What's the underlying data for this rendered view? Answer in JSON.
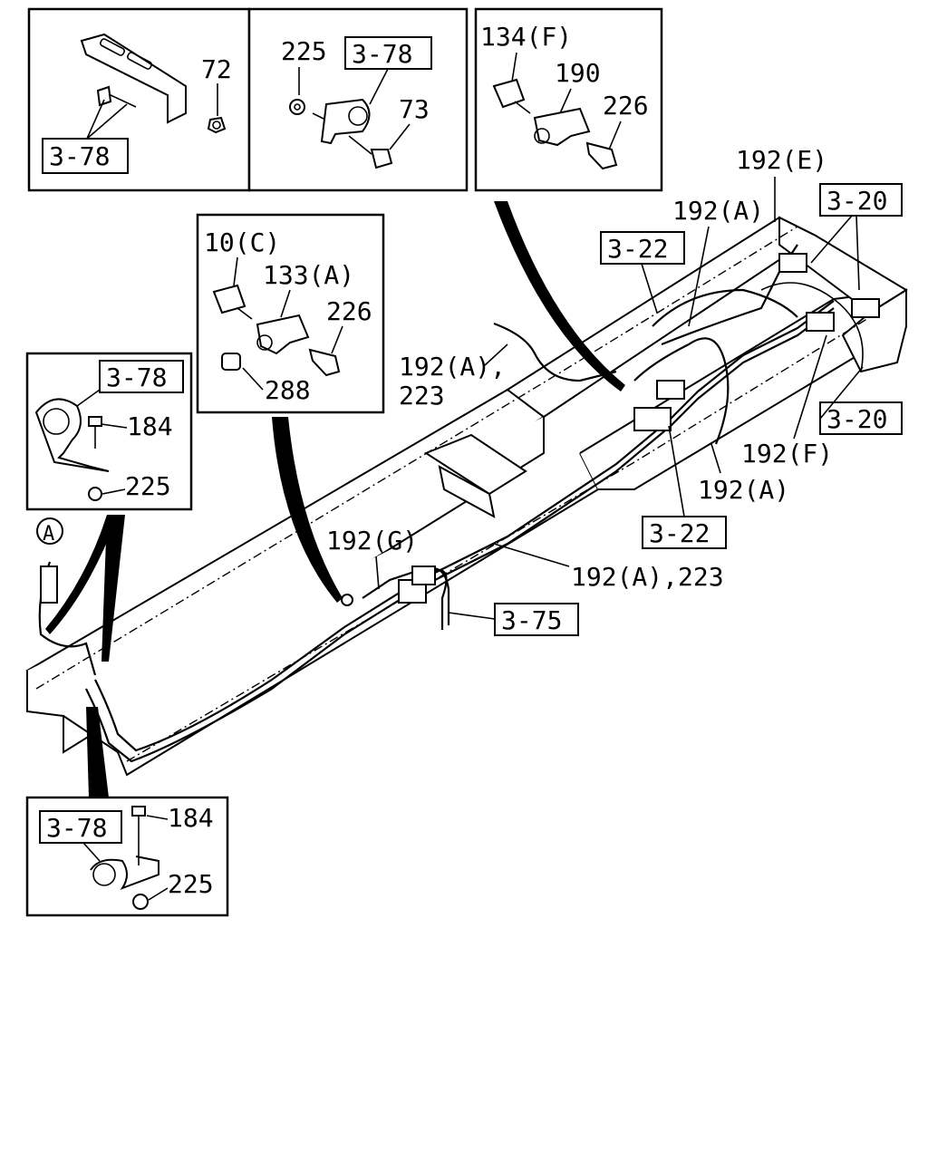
{
  "insets": {
    "inset_1": {
      "labels": [
        "72"
      ],
      "refs": [
        "3-78"
      ]
    },
    "inset_2": {
      "labels": [
        "225",
        "73"
      ],
      "refs": [
        "3-78"
      ]
    },
    "inset_3": {
      "labels": [
        "134(F)",
        "190",
        "226"
      ]
    },
    "inset_4": {
      "labels": [
        "10(C)",
        "133(A)",
        "226",
        "288"
      ]
    },
    "inset_5": {
      "labels": [
        "184",
        "225"
      ],
      "refs": [
        "3-78"
      ]
    },
    "inset_6": {
      "labels": [
        "184",
        "225"
      ],
      "refs": [
        "3-78"
      ]
    }
  },
  "main": {
    "labels": {
      "l192e": "192(E)",
      "l192a_top": "192(A)",
      "l192a_223_a": "192(A),",
      "l192a_223_b": "223",
      "l192f": "192(F)",
      "l192a_right": "192(A)",
      "l192g": "192(G)",
      "l192a_223_mid": "192(A),223",
      "circle_a": "A"
    },
    "refs": {
      "r3_20_top": "3-20",
      "r3_20_bottom": "3-20",
      "r3_22_top": "3-22",
      "r3_22_bottom": "3-22",
      "r3_75": "3-75"
    }
  }
}
